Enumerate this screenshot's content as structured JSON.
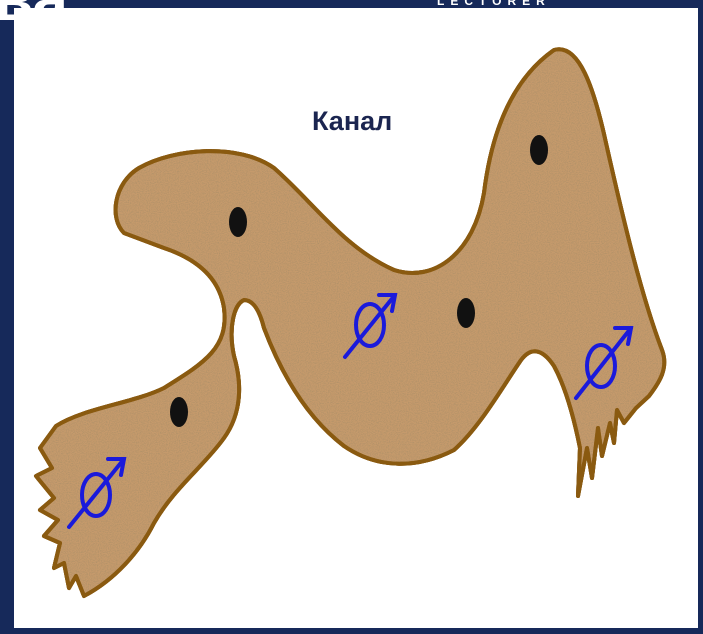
{
  "header": {
    "brand": "LECTORER",
    "corner_glyph": "ва"
  },
  "diagram": {
    "title": "Канал",
    "fill_color": "#c59a6c",
    "outline_color": "#8a5a10",
    "particle_color": "#111111",
    "symbol_color": "#1a1adb",
    "symbol_icon": "crossed-circle-arrow-icon"
  }
}
